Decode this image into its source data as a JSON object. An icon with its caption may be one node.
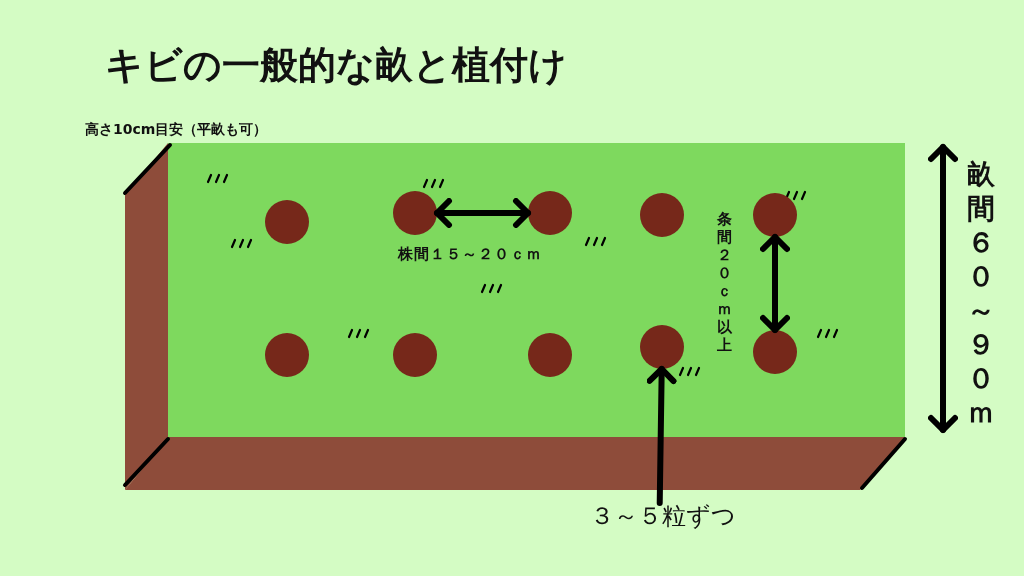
{
  "diagram": {
    "title": "キビの一般的な畝と植付け",
    "nodes": [
      {
        "text": [],
        "shape": "circle"
      },
      {
        "text": [],
        "shape": "circle"
      },
      {
        "text": [],
        "shape": "circle"
      },
      {
        "text": [],
        "shape": "circle"
      },
      {
        "text": [],
        "shape": "circle"
      },
      {
        "text": [],
        "shape": "circle"
      },
      {
        "text": [],
        "shape": "circle"
      },
      {
        "text": [],
        "shape": "circle"
      },
      {
        "text": [],
        "shape": "circle"
      },
      {
        "text": [],
        "shape": "circle"
      },
      {
        "text": [
          "３～５粒ずつ"
        ]
      }
    ],
    "edges": [
      {
        "from": 1,
        "to": 2,
        "arrow": "both",
        "label": "株間１５～２０ｃｍ"
      },
      {
        "from": 4,
        "to": 9,
        "arrow": "both",
        "label": "条間２０ｃｍ以上"
      },
      {
        "from": 10,
        "to": 8,
        "arrow": "to"
      }
    ],
    "labels": [
      "高さ10cm目安（平畝も可）",
      "畝間６０～９０ｍ"
    ]
  }
}
